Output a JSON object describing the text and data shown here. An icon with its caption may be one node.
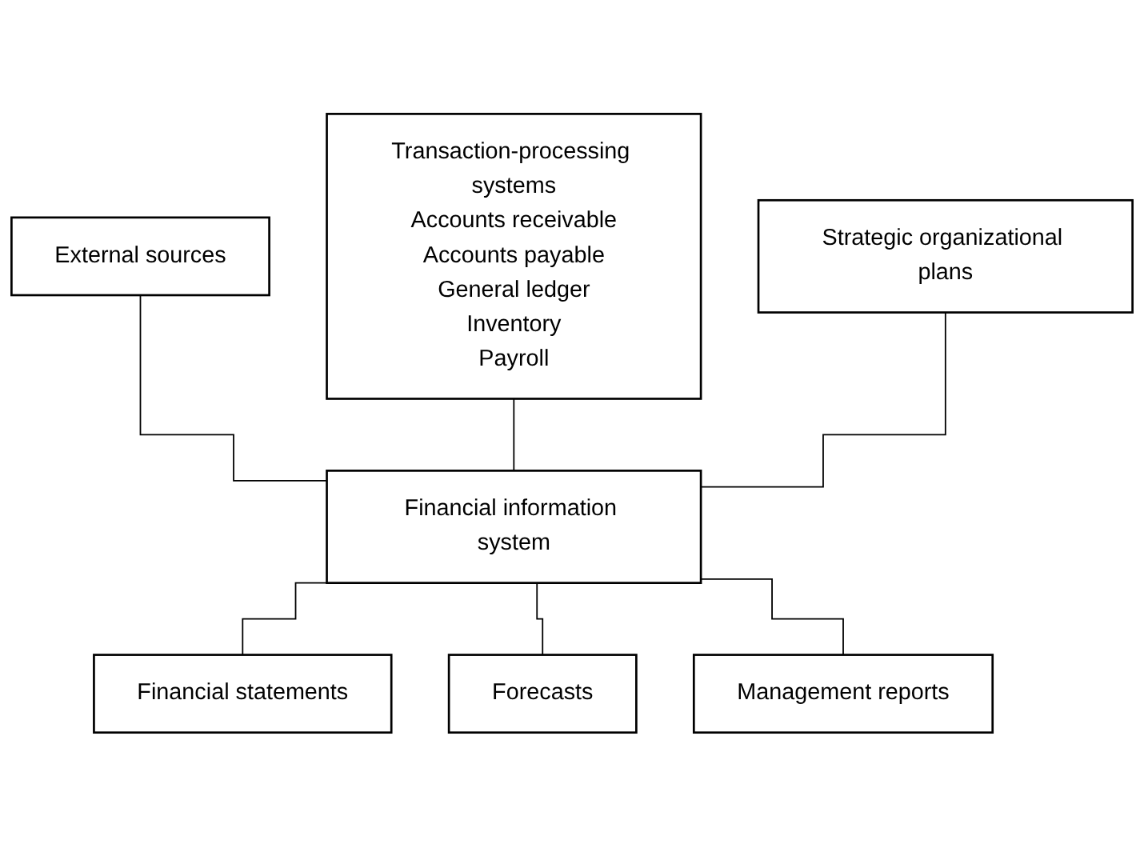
{
  "diagram": {
    "nodes": [
      {
        "text": [
          "External sources"
        ]
      },
      {
        "text": [
          "Transaction-processing systems",
          "Accounts receivable",
          "Accounts payable",
          "General ledger",
          "Inventory",
          "Payroll"
        ]
      },
      {
        "text": [
          "Strategic organizational plans"
        ]
      },
      {
        "text": [
          "Financial information system"
        ]
      },
      {
        "text": [
          "Financial statements"
        ]
      },
      {
        "text": [
          "Forecasts"
        ]
      },
      {
        "text": [
          "Management reports"
        ]
      }
    ],
    "edges": [
      {
        "from": 0,
        "to": 3,
        "arrow": "none"
      },
      {
        "from": 1,
        "to": 3,
        "arrow": "none"
      },
      {
        "from": 2,
        "to": 3,
        "arrow": "none"
      },
      {
        "from": 3,
        "to": 4,
        "arrow": "none"
      },
      {
        "from": 3,
        "to": 5,
        "arrow": "none"
      },
      {
        "from": 3,
        "to": 6,
        "arrow": "none"
      }
    ]
  }
}
